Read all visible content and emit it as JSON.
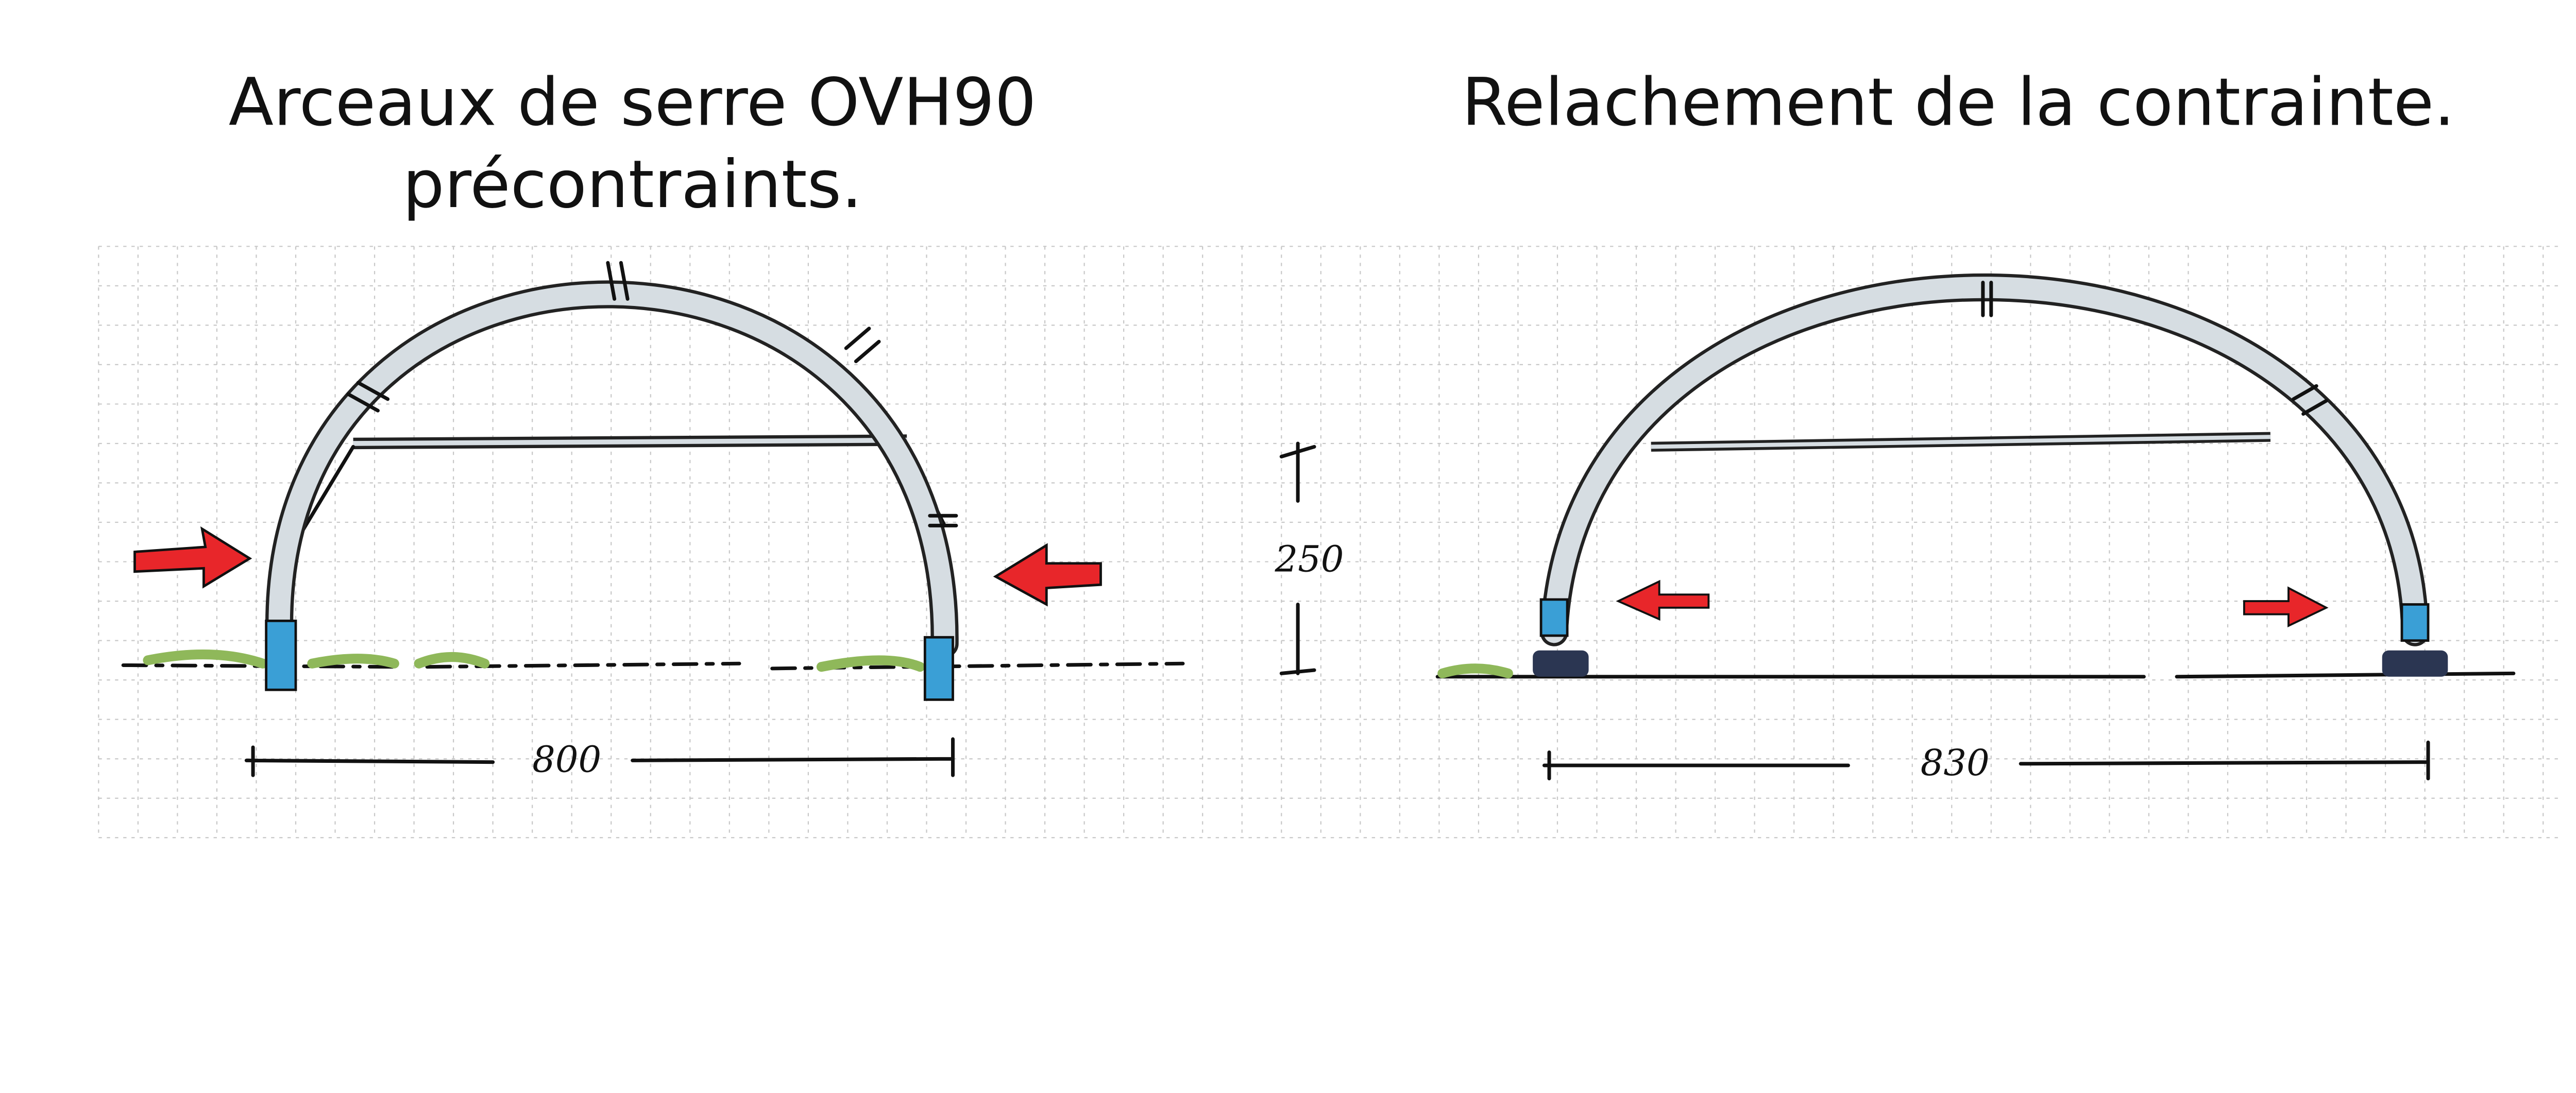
{
  "left_panel": {
    "title_line1": "Arceaux de serre OVH90",
    "title_line2": "précontraints.",
    "width_label": "800",
    "height_label": "250"
  },
  "right_panel": {
    "title": "Relachement de la contrainte.",
    "width_label": "830"
  },
  "colors": {
    "tube": "#d6dde2",
    "arrow": "#e8262a",
    "foot_clamp": "#3a9fd6",
    "base_block": "#2b3652",
    "grass": "#8fb85a",
    "ink": "#111111"
  },
  "icons": {
    "force_arrow": "red-arrow",
    "dimension": "dimension-line"
  }
}
